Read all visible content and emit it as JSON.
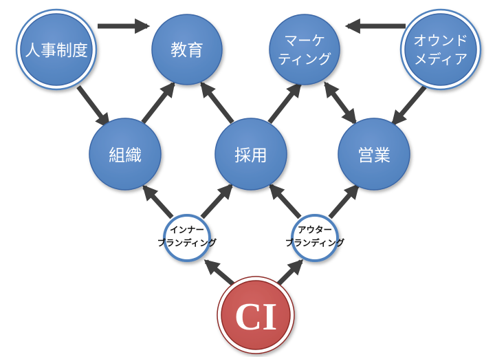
{
  "nodes": {
    "jinji_seido": {
      "label": "人事制度"
    },
    "kyoiku": {
      "label": "教育"
    },
    "marketing": {
      "line1": "マーケ",
      "line2": "ティング"
    },
    "owned_media": {
      "line1": "オウンド",
      "line2": "メディア"
    },
    "soshiki": {
      "label": "組織"
    },
    "saiyo": {
      "label": "採用"
    },
    "eigyo": {
      "label": "営業"
    },
    "inner_branding": {
      "line1": "インナー",
      "line2": "ブランディング"
    },
    "outer_branding": {
      "line1": "アウター",
      "line2": "ブランディング"
    },
    "ci": {
      "label": "CI"
    }
  },
  "colors": {
    "node_fill": "#4f81bd",
    "node_fill_light": "#6b95cf",
    "node_stroke": "#3a66a6",
    "arrow": "#404040",
    "ci_fill": "#c0504d",
    "ci_dark": "#8e2b28"
  }
}
